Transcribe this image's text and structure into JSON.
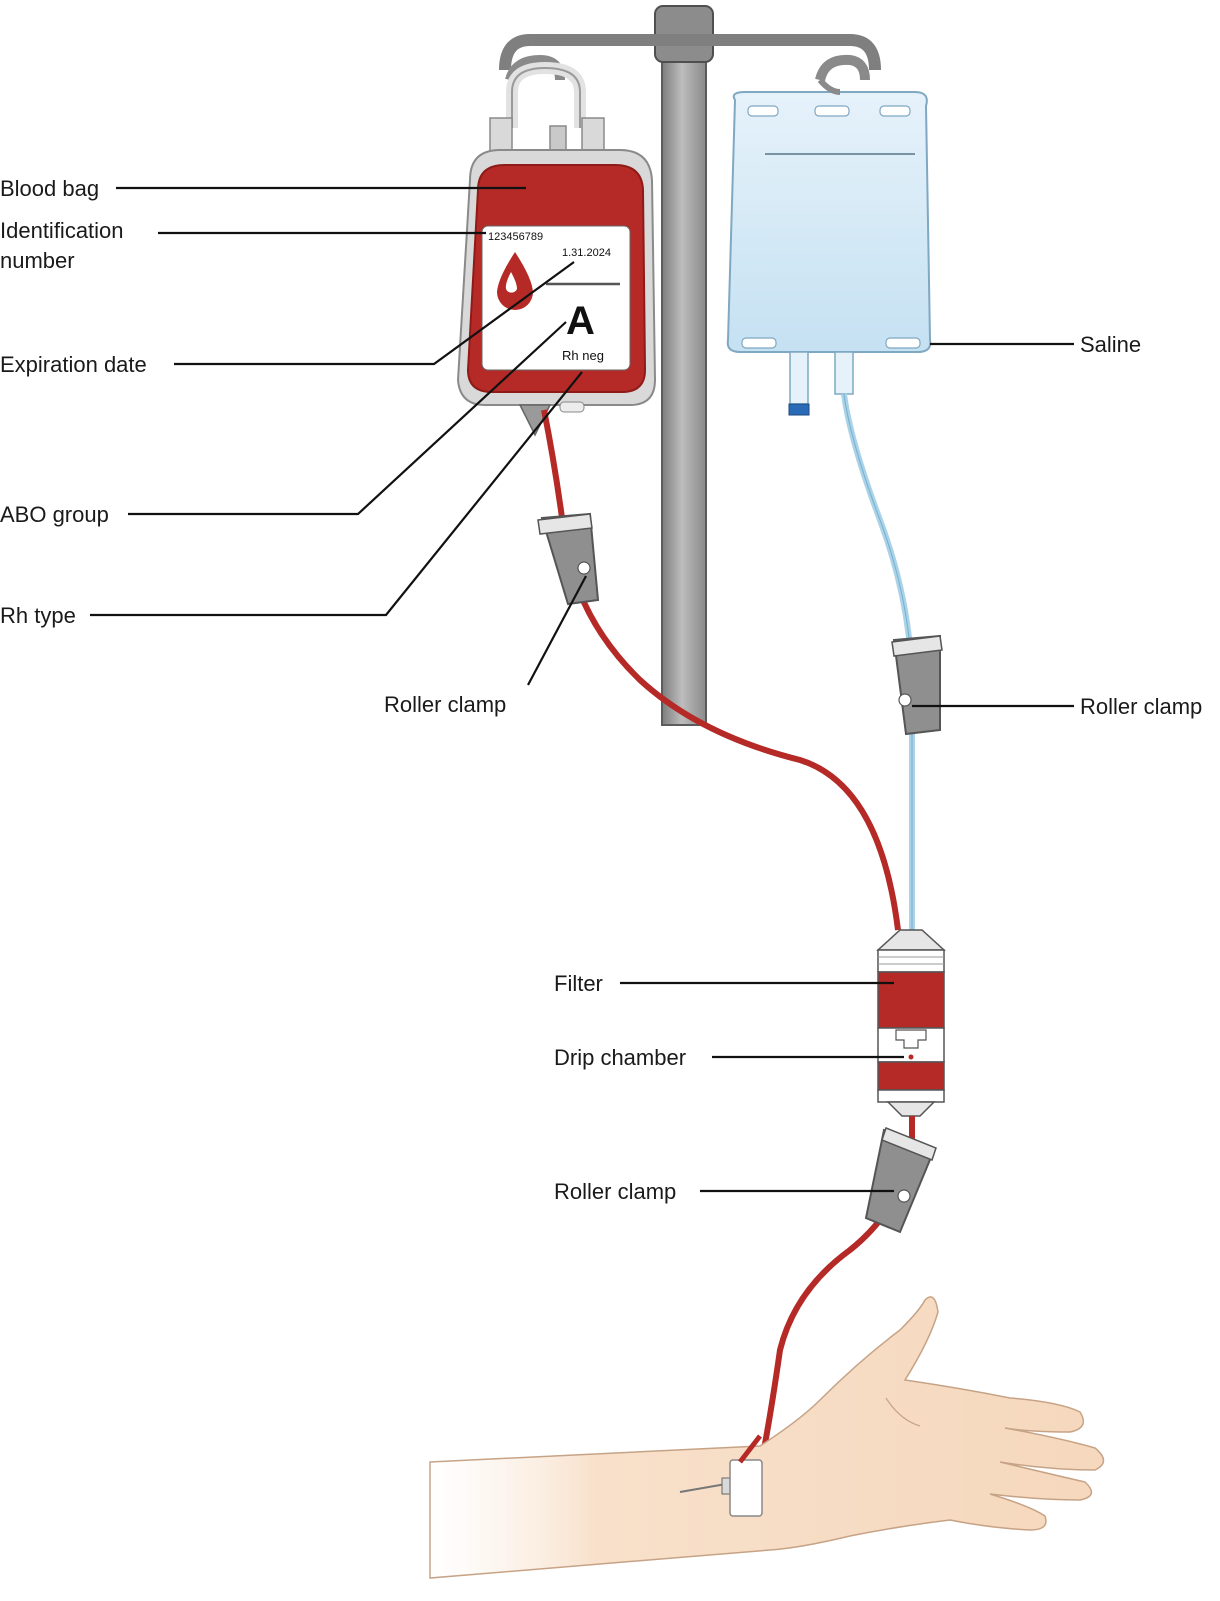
{
  "labels": {
    "blood_bag": "Blood bag",
    "identification_number_line1": "Identification",
    "identification_number_line2": "number",
    "expiration_date": "Expiration date",
    "abo_group": "ABO group",
    "rh_type": "Rh type",
    "roller_clamp_left": "Roller clamp",
    "roller_clamp_right": "Roller clamp",
    "roller_clamp_bottom": "Roller clamp",
    "saline": "Saline",
    "filter": "Filter",
    "drip_chamber": "Drip chamber"
  },
  "bag_label": {
    "id_number": "123456789",
    "expiry": "1.31.2024",
    "abo": "A",
    "rh": "Rh neg"
  },
  "colors": {
    "blood": "#b52a26",
    "blood_dark": "#8e1b18",
    "saline": "#cfe6f4",
    "saline_tube": "#a9d3e8",
    "pole": "#9a9a9a",
    "clamp": "#8f8f8f",
    "skin": "#f6dcc4"
  },
  "icons": {
    "blood_drop": "blood-drop-icon"
  }
}
